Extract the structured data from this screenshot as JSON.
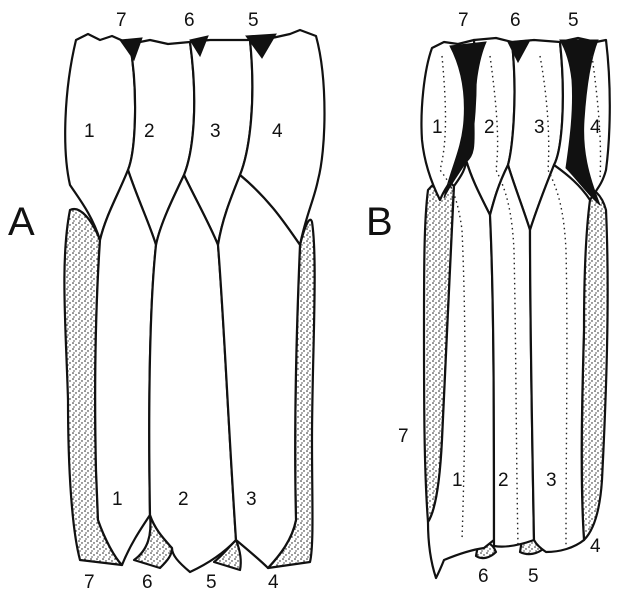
{
  "panels": [
    {
      "letter": "A",
      "top_labels": [
        "7",
        "6",
        "5"
      ],
      "upper_cells": [
        "1",
        "2",
        "3",
        "4"
      ],
      "lower_cells": [
        "1",
        "2",
        "3"
      ],
      "bottom_labels": [
        "7",
        "6",
        "5",
        "4"
      ]
    },
    {
      "letter": "B",
      "top_labels": [
        "7",
        "6",
        "5"
      ],
      "upper_cells": [
        "1",
        "2",
        "3",
        "4"
      ],
      "lower_cells": [
        "1",
        "2",
        "3"
      ],
      "side_labels": [
        "7",
        "4"
      ],
      "bottom_labels": [
        "6",
        "5"
      ]
    }
  ]
}
